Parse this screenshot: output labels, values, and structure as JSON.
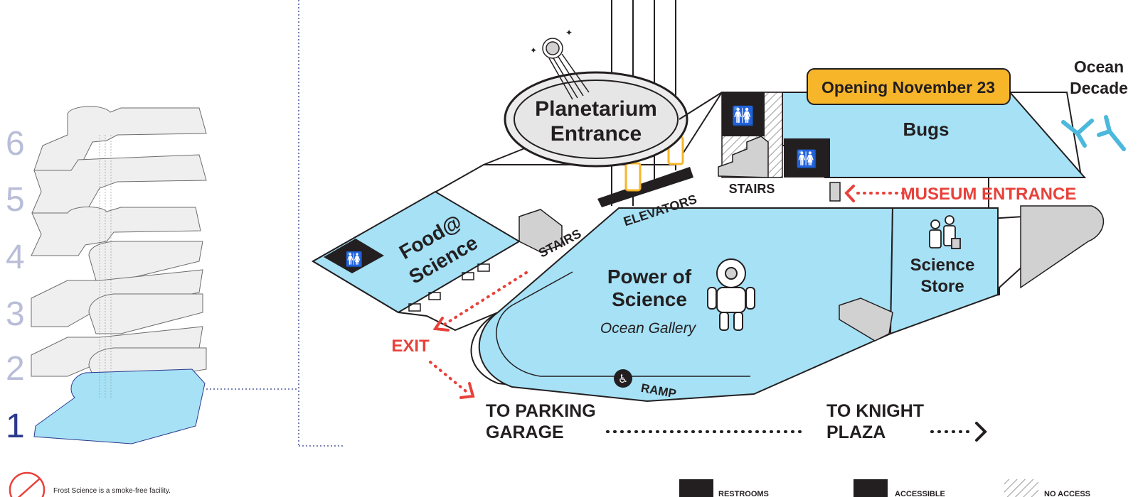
{
  "floors": [
    "1",
    "2",
    "3",
    "4",
    "5",
    "6"
  ],
  "active_floor": "1",
  "labels": {
    "planetarium": [
      "Planetarium",
      "Entrance"
    ],
    "opening_banner": "Opening November 23",
    "bugs": "Bugs",
    "ocean_decade": [
      "Ocean",
      "Decade"
    ],
    "elevators": "ELEVATORS",
    "stairs_top": "STAIRS",
    "stairs_left": "STAIRS",
    "museum_entrance": "MUSEUM ENTRANCE",
    "food_science": [
      "Food@",
      "Science"
    ],
    "power_of_science": [
      "Power of",
      "Science"
    ],
    "ocean_gallery": "Ocean Gallery",
    "science_store": [
      "Science",
      "Store"
    ],
    "exit": "EXIT",
    "ramp": "RAMP",
    "to_parking": [
      "TO PARKING",
      "GARAGE"
    ],
    "to_knight": [
      "TO KNIGHT",
      "PLAZA"
    ]
  },
  "footer": {
    "smoke_free": "Frost Science is a smoke-free facility.",
    "legend": [
      "RESTROOMS",
      "ACCESSIBLE",
      "NO ACCESS"
    ]
  },
  "colors": {
    "gallery": "#a6e1f6",
    "banner": "#f7b52a",
    "accent_red": "#e8413a",
    "dark": "#231f20",
    "floor_inactive": "#b9bdd8",
    "floor_active": "#2b3a8c"
  }
}
